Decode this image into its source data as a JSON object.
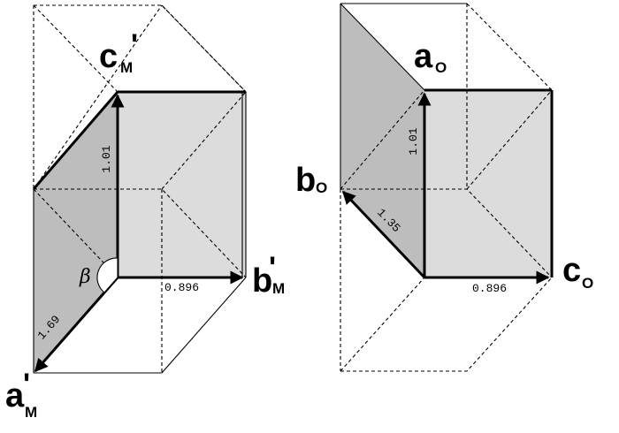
{
  "monoclinic": {
    "axis_c_letter": "c",
    "axis_c_sub": "M",
    "axis_c_prime": "'",
    "axis_b_letter": "b",
    "axis_b_sub": "M",
    "axis_b_prime": "'",
    "axis_a_letter": "a",
    "axis_a_sub": "M",
    "axis_a_prime": "'",
    "angle_label": "β",
    "length_c": "1.01",
    "length_b": "0.896",
    "length_a": "1.69"
  },
  "orthorhombic": {
    "axis_a_letter": "a",
    "axis_a_sub": "O",
    "axis_b_letter": "b",
    "axis_b_sub": "O",
    "axis_c_letter": "c",
    "axis_c_sub": "O",
    "length_a": "1.01",
    "length_b": "1.35",
    "length_c": "0.896"
  },
  "colors": {
    "face_light": "#dcdcdc",
    "face_dark": "#bdbdbd",
    "line": "#000000"
  }
}
